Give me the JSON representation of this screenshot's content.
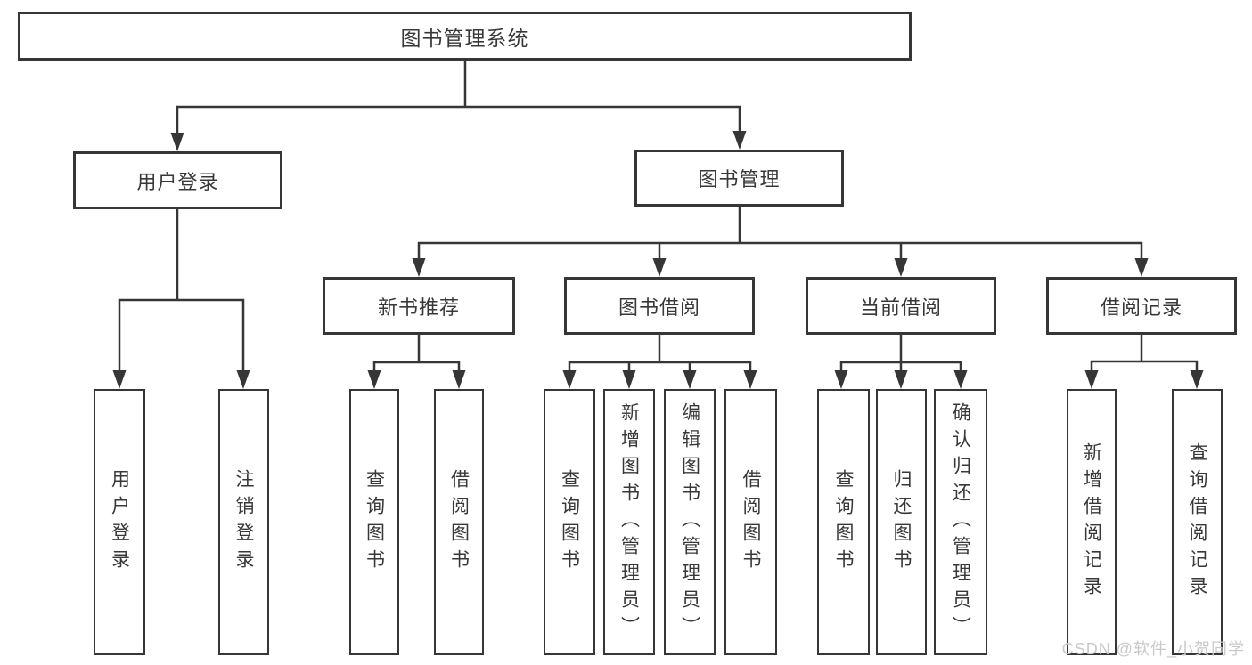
{
  "tree": {
    "root": "图书管理系统",
    "branches": [
      {
        "label": "用户登录",
        "children": [
          "用户登录",
          "注销登录"
        ]
      },
      {
        "label": "图书管理",
        "groups": [
          {
            "label": "新书推荐",
            "children": [
              "查询图书",
              "借阅图书"
            ]
          },
          {
            "label": "图书借阅",
            "children": [
              "查询图书",
              "新增图书（管理员）",
              "编辑图书（管理员）",
              "借阅图书"
            ]
          },
          {
            "label": "当前借阅",
            "children": [
              "查询图书",
              "归还图书",
              "确认归还（管理员）"
            ]
          },
          {
            "label": "借阅记录",
            "children": [
              "新增借阅记录",
              "查询借阅记录"
            ]
          }
        ]
      }
    ]
  },
  "watermark": "CSDN @软件_小贺同学",
  "colors": {
    "line": "#363636",
    "box_border": "#363636",
    "text": "#383838",
    "background": "#ffffff",
    "watermark": "#c9c9c9"
  }
}
